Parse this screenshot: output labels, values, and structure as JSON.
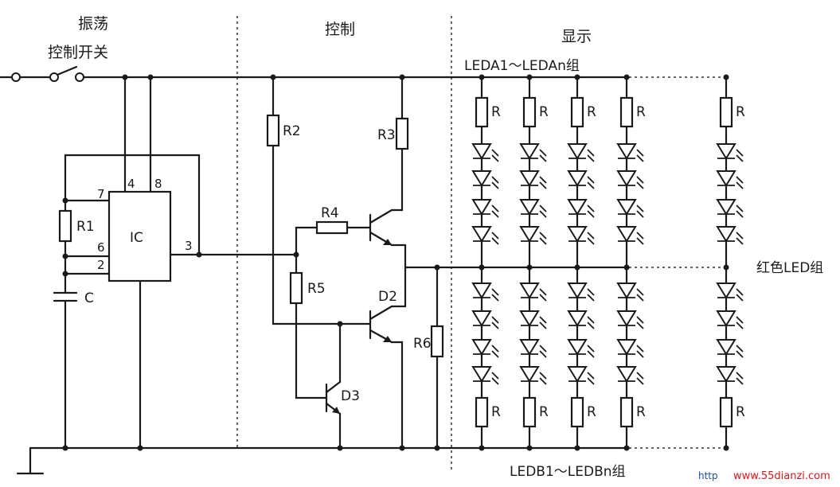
{
  "sections": {
    "oscillator": "振荡",
    "control": "控制",
    "display": "显示"
  },
  "switch_label": "控制开关",
  "ic_label": "IC",
  "ic_pins": {
    "p4": "4",
    "p8": "8",
    "p7": "7",
    "p6": "6",
    "p2": "2",
    "p3": "3"
  },
  "components": {
    "r1": "R1",
    "r2": "R2",
    "r3": "R3",
    "r4": "R4",
    "r5": "R5",
    "r6": "R6",
    "c": "C",
    "d2": "D2",
    "d3": "D3",
    "r_generic": "R"
  },
  "group_labels": {
    "upper": "LEDA1～LEDAn组",
    "lower": "LEDB1～LEDBn组",
    "red": "红色LED组"
  },
  "watermark": {
    "prefix": "http",
    "site": "www.55dianzi.com"
  },
  "colors": {
    "line": "#1a1a1a",
    "watermark_red": "#d11b1b",
    "watermark_blue": "#1c4fa0"
  }
}
